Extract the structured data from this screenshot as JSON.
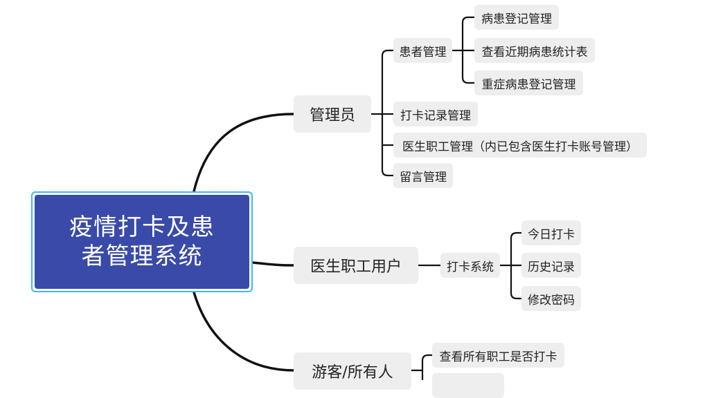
{
  "root": {
    "title": "疫情打卡及患者管理系统"
  },
  "branches": [
    {
      "label": "管理员",
      "children": [
        {
          "label": "患者管理",
          "children": [
            {
              "label": "病患登记管理"
            },
            {
              "label": "查看近期病患统计表"
            },
            {
              "label": "重症病患登记管理"
            }
          ]
        },
        {
          "label": "打卡记录管理"
        },
        {
          "label": "医生职工管理（内已包含医生打卡账号管理）"
        },
        {
          "label": "留言管理"
        }
      ]
    },
    {
      "label": "医生职工用户",
      "children": [
        {
          "label": "打卡系统",
          "children": [
            {
              "label": "今日打卡"
            },
            {
              "label": "历史记录"
            },
            {
              "label": "修改密码"
            }
          ]
        }
      ]
    },
    {
      "label": "游客/所有人",
      "children": [
        {
          "label": "查看所有职工是否打卡"
        },
        {
          "label": ""
        }
      ]
    }
  ]
}
